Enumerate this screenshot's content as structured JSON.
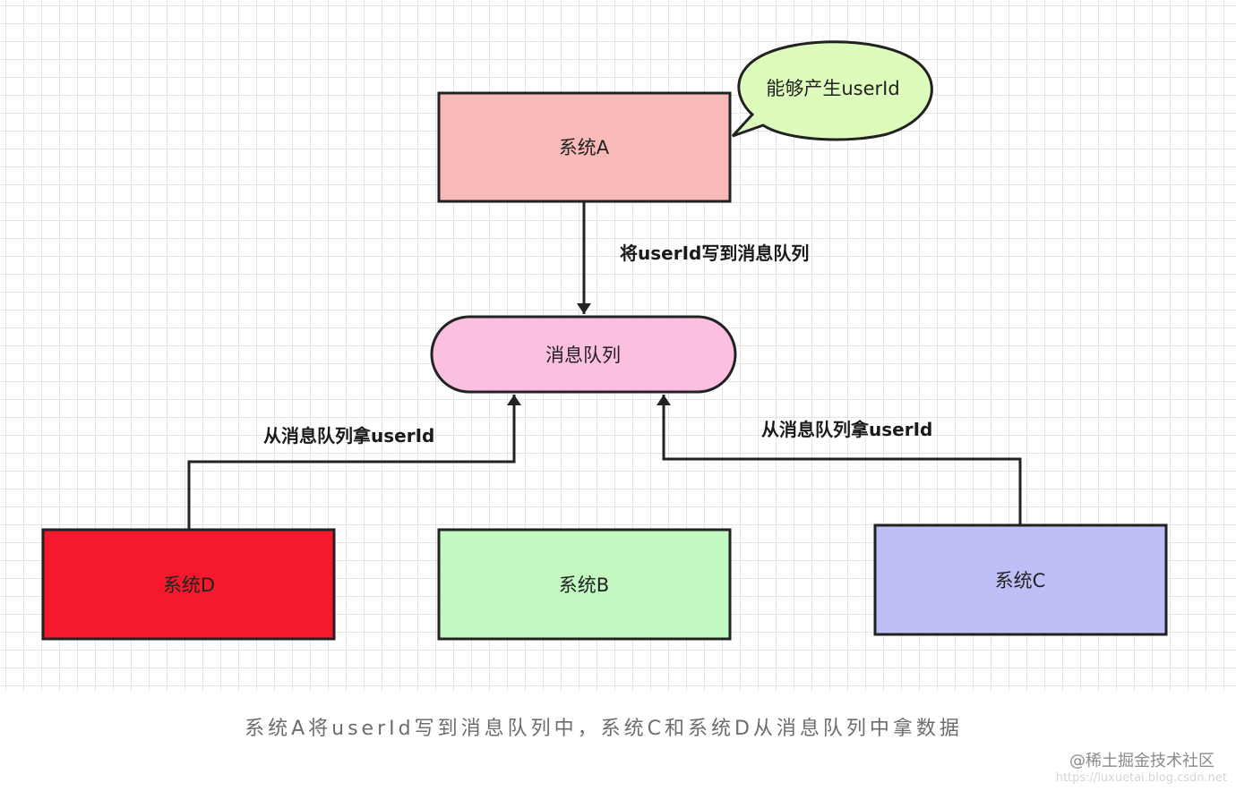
{
  "nodes": {
    "system_a": {
      "label": "系统A",
      "fill": "#f8b9b9"
    },
    "bubble": {
      "label": "能够产生userId",
      "fill": "#ddfbbb"
    },
    "queue": {
      "label": "消息队列",
      "fill": "#fbbfdf"
    },
    "system_d": {
      "label": "系统D",
      "fill": "#f5192d"
    },
    "system_b": {
      "label": "系统B",
      "fill": "#c1f9c1"
    },
    "system_c": {
      "label": "系统C",
      "fill": "#bfbff8"
    }
  },
  "edges": {
    "a_to_queue": {
      "label": "将userId写到消息队列"
    },
    "d_from_queue": {
      "label": "从消息队列拿userId"
    },
    "c_from_queue": {
      "label": "从消息队列拿userId"
    }
  },
  "caption": "系统A将userId写到消息队列中，系统C和系统D从消息队列中拿数据",
  "watermark": "@稀土掘金技术社区",
  "watermark_url": "https://luxuetai.blog.csdn.net",
  "colors": {
    "stroke": "#222222",
    "grid": "#e4e4e4",
    "caption": "#6c6c6c"
  }
}
